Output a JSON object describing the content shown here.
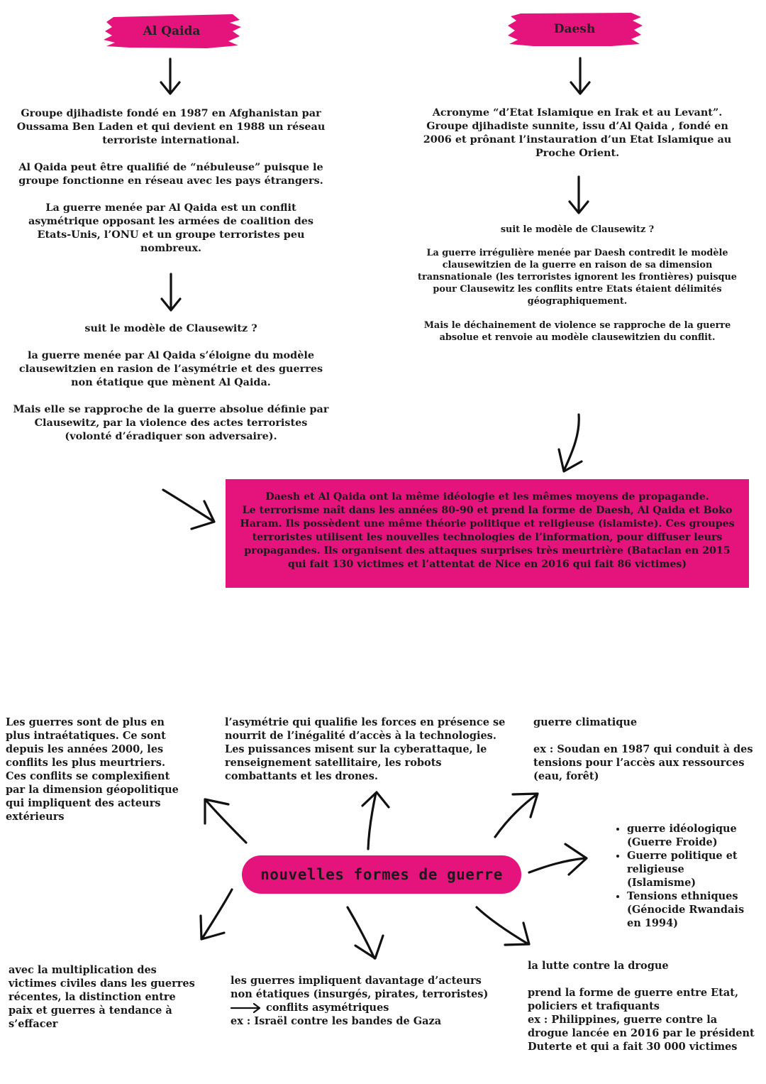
{
  "left_header": "Al Qaida",
  "right_header": "Daesh",
  "alqaida": {
    "p1": "Groupe djihadiste fondé en 1987 en Afghanistan par Oussama Ben Laden et qui devient en 1988 un réseau terroriste international.",
    "p2": "Al Qaida peut être qualifié de “nébuleuse” puisque le groupe fonctionne en réseau avec les pays étrangers.",
    "p3": "La guerre menée par Al Qaida est un conflit asymétrique opposant les armées de coalition des Etats-Unis, l’ONU et un groupe terroristes peu nombreux.",
    "question": "suit le modèle de Clausewitz ?",
    "a1": "la guerre menée par Al Qaida s’éloigne du modèle clausewitzien en rasion de l’asymétrie et des guerres non étatique que mènent Al Qaida.",
    "a2": "Mais elle se rapproche de la guerre absolue définie par Clausewitz, par la violence des actes terroristes (volonté d’éradiquer son adversaire)."
  },
  "daesh": {
    "p1": "Acronyme “d’Etat Islamique en Irak et au Levant”. Groupe djihadiste sunnite, issu d’Al Qaida , fondé en 2006 et prônant l’instauration d’un Etat Islamique au Proche Orient.",
    "question": "suit le modèle de Clausewitz ?",
    "a1": "La guerre irrégulière menée par Daesh contredit le modèle clausewitzien de la guerre en raison de sa dimension transnationale (les terroristes ignorent les frontières) puisque pour Clausewitz les conflits entre Etats étaient délimités géographiquement.",
    "a2": "Mais le déchainement de violence se rapproche de la guerre absolue et renvoie au modèle clausewitzien du conflit."
  },
  "summary": {
    "l1": "Daesh et Al Qaida ont la même idéologie et les mêmes moyens de propagande.",
    "l2": "Le terrorisme naît dans les années 80-90 et prend la forme de Daesh, Al Qaida et Boko Haram. Ils possèdent une même théorie politique et religieuse (islamiste). Ces groupes terroristes utilisent les nouvelles technologies de l’information, pour diffuser leurs propagandes.  Ils organisent des attaques surprises très meurtrière (Bataclan en 2015 qui fait 130 victimes et l’attentat de Nice en 2016 qui fait 86 victimes)"
  },
  "mindmap": {
    "center": "nouvelles formes de guerre",
    "intra": "Les guerres sont de plus en plus intraétatiques. Ce sont depuis les années 2000, les conflits les plus meurtriers. Ces conflits se complexifient par la dimension géopolitique qui impliquent des acteurs extérieurs",
    "asym": "l’asymétrie qui qualifie les forces en présence se nourrit de l’inégalité d’accès à la technologies. Les puissances misent sur la cyberattaque, le renseignement satellitaire, les robots combattants et les drones.",
    "climat_title": "guerre climatique",
    "climat_ex": "ex : Soudan en 1987 qui conduit à des tensions pour l’accès aux ressources (eau, forêt)",
    "bullets": [
      "guerre idéologique (Guerre Froide)",
      "Guerre politique et religieuse (Islamisme)",
      "Tensions ethniques (Génocide Rwandais en 1994)"
    ],
    "civils": "avec la multiplication des victimes civiles dans les guerres récentes, la distinction entre paix et guerres à tendance à s’effacer",
    "nonetat_l1": "les guerres impliquent davantage d’acteurs non étatiques (insurgés, pirates, terroristes)",
    "nonetat_l2": "conflits asymétriques",
    "nonetat_l3": "ex : Israël contre les bandes de Gaza",
    "drogue_title": "la lutte contre la drogue",
    "drogue_p": "prend la forme de guerre entre Etat, policiers et trafiquants",
    "drogue_ex": "ex : Philippines, guerre contre la drogue lancée en 2016 par le président Duterte et qui a fait 30 000 victimes"
  },
  "colors": {
    "accent": "#e5147d",
    "text": "#1a1a1a"
  }
}
